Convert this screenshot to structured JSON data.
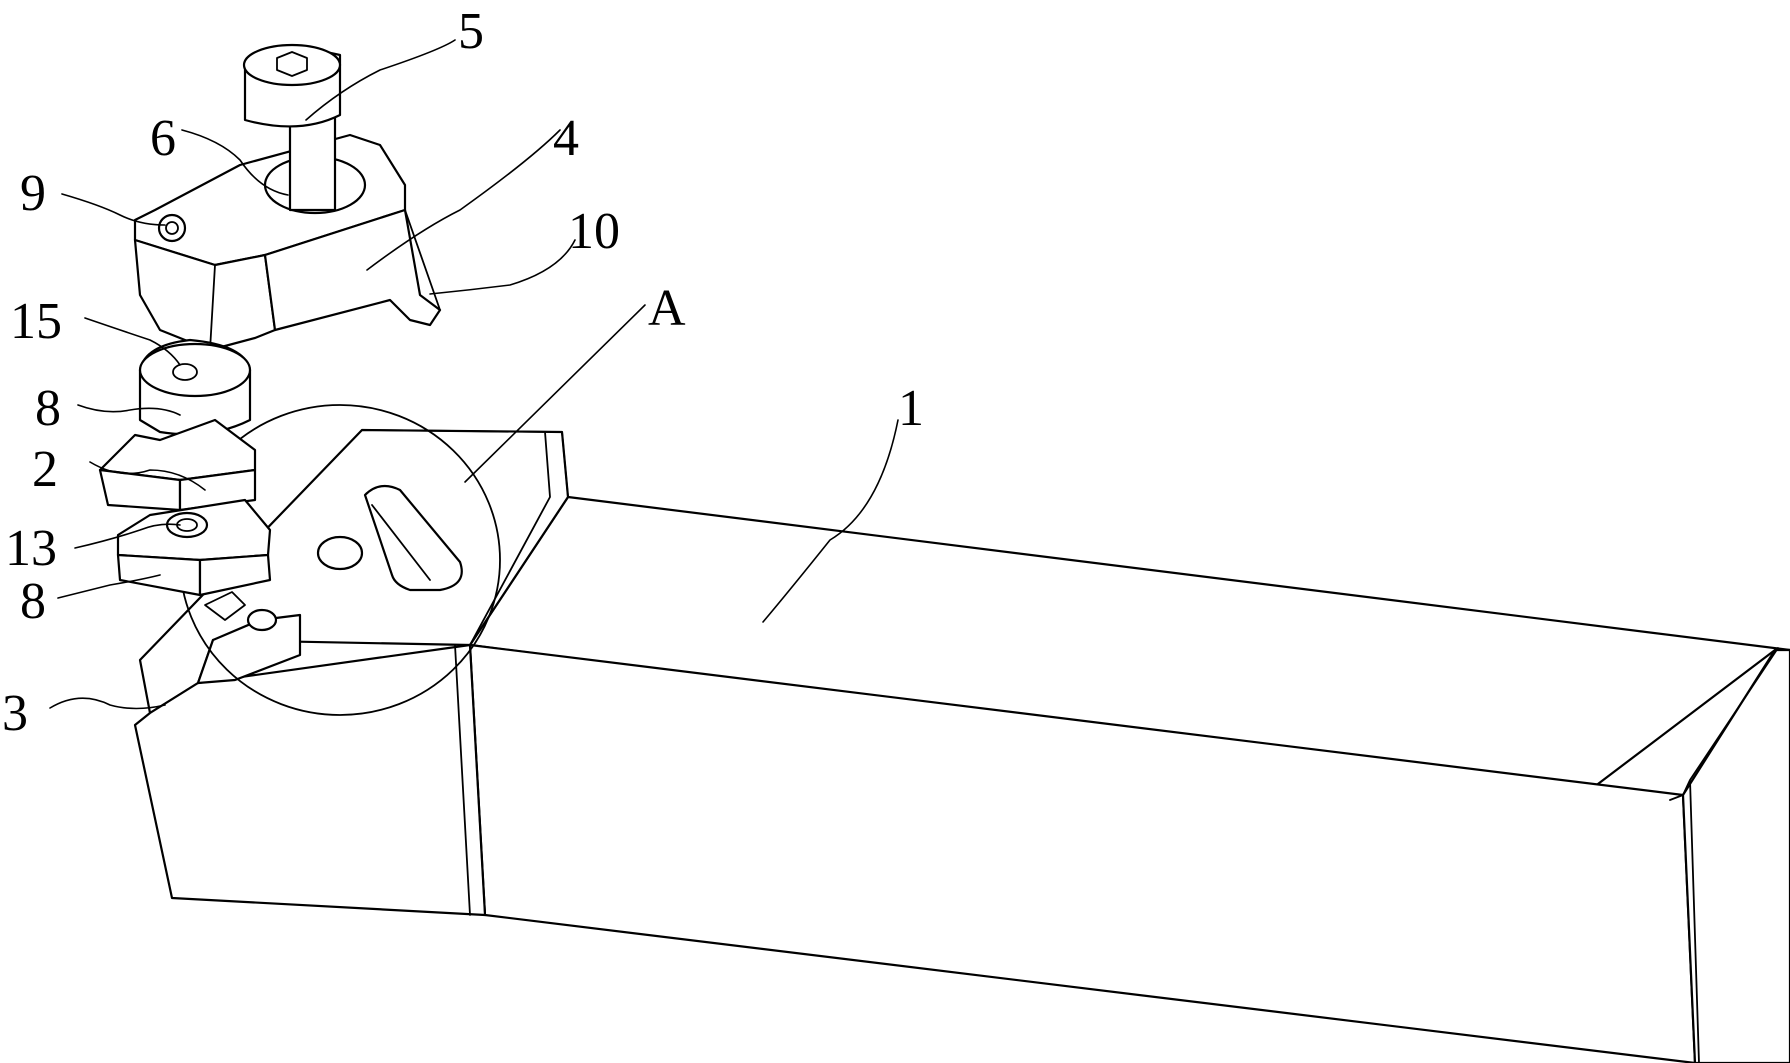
{
  "figure": {
    "labels": {
      "part_1": "1",
      "part_2": "2",
      "part_3": "3",
      "part_4": "4",
      "part_5": "5",
      "part_6": "6",
      "part_8_upper": "8",
      "part_8_lower": "8",
      "part_9": "9",
      "part_10": "10",
      "part_13": "13",
      "part_15": "15",
      "detail_A": "A"
    },
    "colors": {
      "line": "#000000",
      "background": "#ffffff"
    }
  }
}
